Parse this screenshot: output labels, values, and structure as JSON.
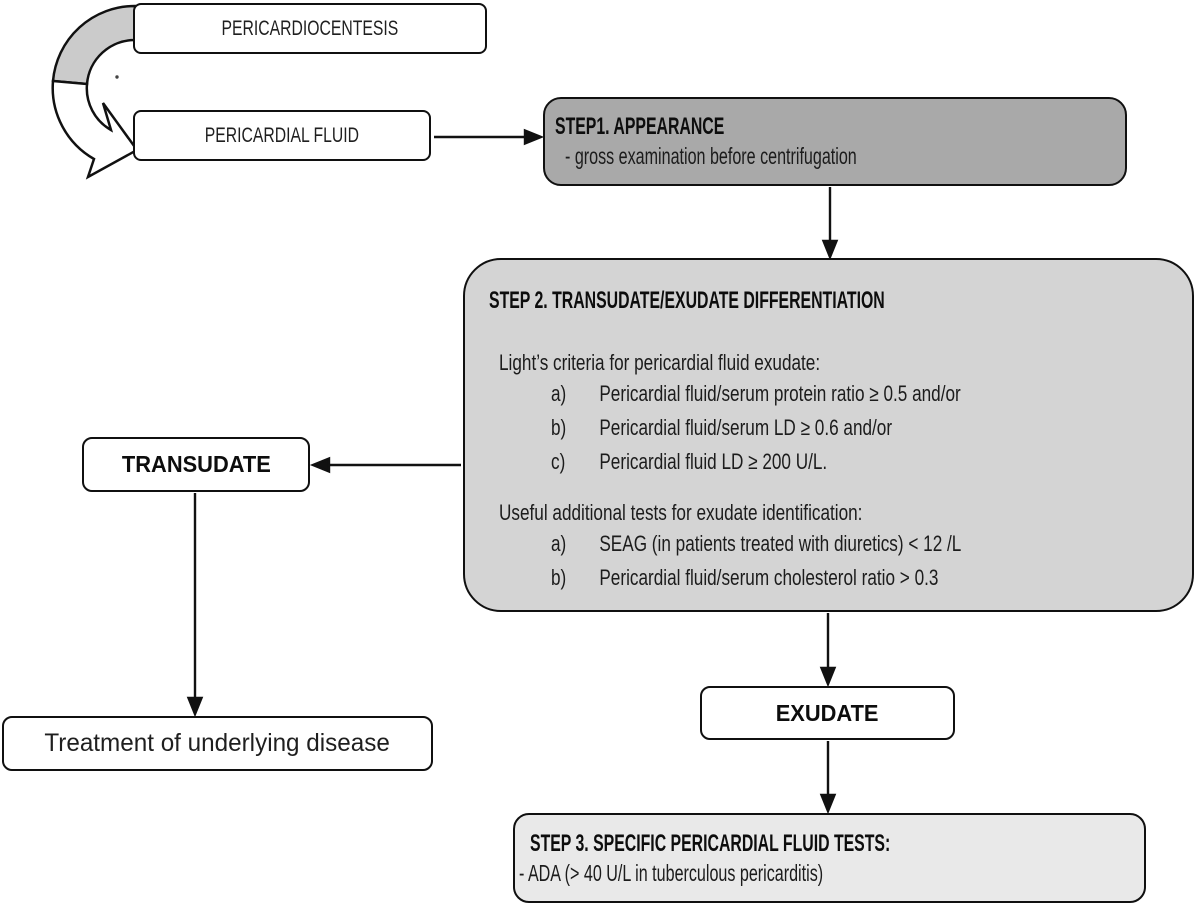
{
  "diagram": {
    "nodes": {
      "pericardiocentesis": {
        "label": "PERICARDIOCENTESIS"
      },
      "pericardial_fluid": {
        "label": "PERICARDIAL FLUID"
      },
      "step1": {
        "title": "STEP1. APPEARANCE",
        "line": "- gross examination before centrifugation"
      },
      "step2": {
        "title": "STEP 2. TRANSUDATE/EXUDATE DIFFERENTIATION",
        "lights_heading": "Light’s criteria for pericardial fluid exudate:",
        "lights_items": [
          {
            "marker": "a)",
            "text": "Pericardial fluid/serum protein ratio ≥ 0.5 and/or"
          },
          {
            "marker": "b)",
            "text": "Pericardial fluid/serum LD ≥ 0.6 and/or"
          },
          {
            "marker": "c)",
            "text": "Pericardial fluid LD ≥ 200 U/L."
          }
        ],
        "additional_heading": "Useful additional tests for exudate identification:",
        "additional_items": [
          {
            "marker": "a)",
            "text": "SEAG (in patients treated with diuretics) < 12 /L"
          },
          {
            "marker": "b)",
            "text": "Pericardial fluid/serum cholesterol ratio > 0.3"
          }
        ]
      },
      "transudate": {
        "label": "TRANSUDATE"
      },
      "treatment": {
        "label": "Treatment of underlying disease"
      },
      "exudate": {
        "label": "EXUDATE"
      },
      "step3": {
        "title": "STEP 3. SPECIFIC PERICARDIAL FLUID TESTS:",
        "line": "- ADA (> 40 U/L in tuberculous pericarditis)"
      }
    },
    "colors": {
      "step1_fill": "#a9a9a9",
      "step2_fill": "#d4d4d4",
      "step3_fill": "#e9e9e9",
      "arrow_shade": "#cbcbcb",
      "line": "#111111"
    }
  }
}
